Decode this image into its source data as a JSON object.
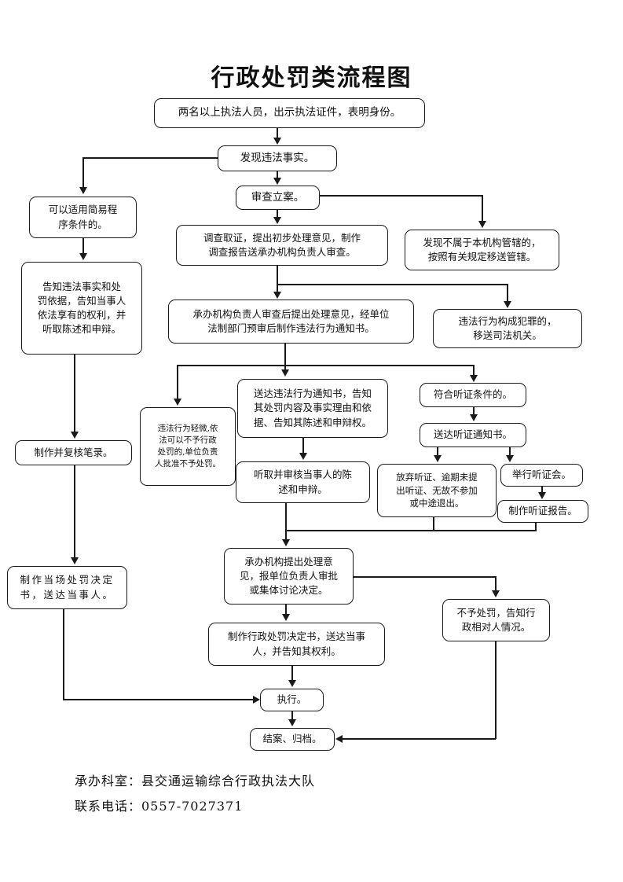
{
  "document": {
    "title": "行政处罚类流程图"
  },
  "nodes": {
    "n1": {
      "label": "两名以上执法人员，出示执法证件，表明身份。"
    },
    "n2": {
      "label": "发现违法事实。"
    },
    "n3": {
      "label": "审查立案。"
    },
    "n4": {
      "label": "调查取证，提出初步处理意见，制作\n调查报告送承办机构负责人审查。"
    },
    "n5": {
      "label": "发现不属于本机构管辖的，\n按照有关规定移送管辖。"
    },
    "n6": {
      "label": "承办机构负责人审查后提出处理意见，经单位\n法制部门预审后制作违法行为通知书。"
    },
    "n7": {
      "label": "违法行为构成犯罪的，\n移送司法机关。"
    },
    "n8": {
      "label": "可以适用简易程\n序条件的。"
    },
    "n9": {
      "label": "告知违法事实和处\n罚依据，告知当事人\n依法享有的权利，并\n听取陈述和申辩。"
    },
    "n10": {
      "label": "制作并复核笔录。"
    },
    "n11": {
      "label": "制作当场处罚决定\n书，送达当事人。"
    },
    "n12": {
      "label": "违法行为轻微,依\n法可以不予行政\n处罚的,单位负责\n人批准不予处罚。"
    },
    "n13": {
      "label": "送达违法行为通知书，告知\n其处罚内容及事实理由和依\n据、告知其陈述和申辩权。"
    },
    "n14": {
      "label": "听取并审核当事人的陈\n述和申辩。"
    },
    "n15": {
      "label": "符合听证条件的。"
    },
    "n16": {
      "label": "送达听证通知书。"
    },
    "n17": {
      "label": "放弃听证、逾期未提\n出听证、无故不参加\n或中途退出。"
    },
    "n18": {
      "label": "举行听证会。"
    },
    "n19": {
      "label": "制作听证报告。"
    },
    "n20": {
      "label": "承办机构提出处理意\n见，报单位负责人审批\n或集体讨论决定。"
    },
    "n21": {
      "label": "制作行政处罚决定书，送达当事\n人，并告知其权利。"
    },
    "n22": {
      "label": "不予处罚，告知行\n政相对人情况。"
    },
    "n23": {
      "label": "执行。"
    },
    "n24": {
      "label": "结案、归档。"
    }
  },
  "footer": {
    "line1": "承办科室：县交通运输综合行政执法大队",
    "line2": "联系电话：0557-7027371"
  },
  "colors": {
    "ink": "#1a1a1a",
    "paper": "#ffffff"
  }
}
